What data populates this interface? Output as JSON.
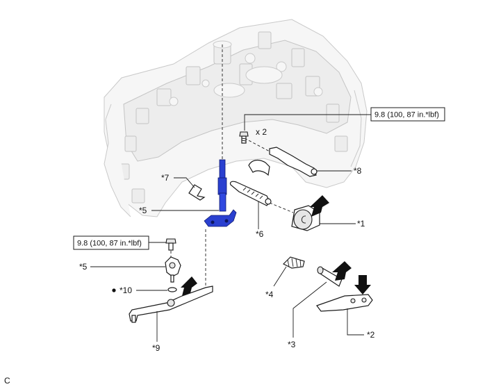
{
  "diagram": {
    "torque_specs": [
      {
        "text": "9.8 (100, 87 in.*lbf)"
      },
      {
        "text": "9.8 (100, 87 in.*lbf)"
      }
    ],
    "quantity_note": "x 2",
    "callouts": {
      "c1": "*1",
      "c2": "*2",
      "c3": "*3",
      "c4": "*4",
      "c5_upper": "*5",
      "c5_lower": "*5",
      "c6": "*6",
      "c7": "*7",
      "c8": "*8",
      "c9": "*9",
      "c10": "*10"
    },
    "figure_code": "C",
    "colors": {
      "highlight_part": "#2a40d0",
      "ghost_housing": "#f6f6f6",
      "line": "#1a1a1a"
    }
  }
}
